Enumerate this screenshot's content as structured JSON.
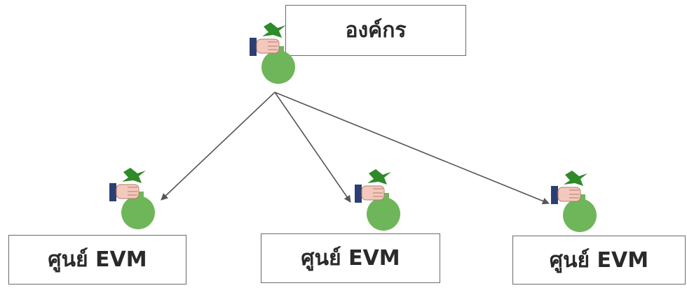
{
  "diagram": {
    "root": {
      "label": "องค์กร"
    },
    "children": [
      {
        "label": "ศูนย์ EVM"
      },
      {
        "label": "ศูนย์ EVM"
      },
      {
        "label": "ศูนย์ EVM"
      }
    ]
  },
  "icons": {
    "money_bag": "money-bag-in-hand-icon"
  },
  "colors": {
    "bag_fill": "#6fb65a",
    "bag_knot": "#2f8a2a",
    "skin": "#f4c9bd",
    "cuff": "#2b3f73",
    "box_border": "#6a6a6a",
    "arrow": "#555555",
    "text": "#2a2a2a"
  }
}
